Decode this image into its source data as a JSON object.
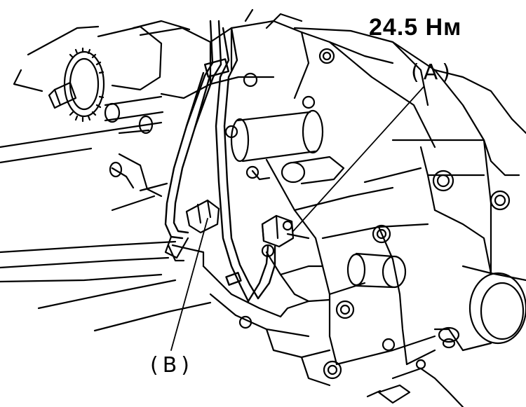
{
  "figure": {
    "torque_spec": "24.5 Нм",
    "callouts": {
      "a": "(A)",
      "b": "(B)"
    },
    "line_color": "#000000",
    "background_color": "#ffffff"
  }
}
